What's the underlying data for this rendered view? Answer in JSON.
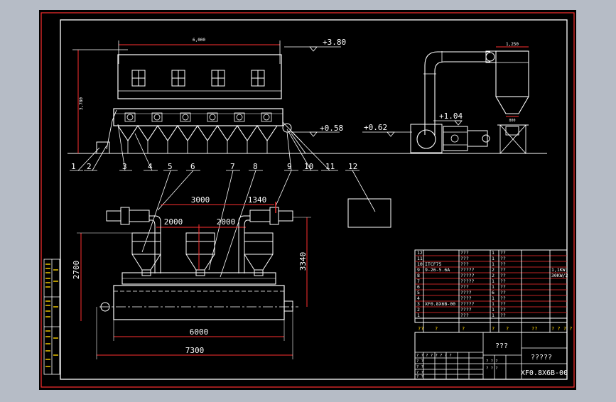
{
  "drawing": {
    "title_cn": "???",
    "title_cn2": "?????",
    "drawing_no": "XF0.8X6B-00"
  },
  "side_view": {
    "dim_length": "6,000",
    "dim_height": "3,780",
    "dim_hood": "1,250",
    "dim_small": "800",
    "elev_top": "+3.80",
    "elev_bed": "+0.58",
    "elev_fan": "+0.62",
    "elev_heater": "+1.04"
  },
  "callouts": [
    "1",
    "2",
    "3",
    "4",
    "5",
    "6",
    "7",
    "8",
    "9",
    "10",
    "11",
    "12"
  ],
  "plan_view": {
    "dim_3000": "3000",
    "dim_1340": "1340",
    "dim_2000a": "2000",
    "dim_2000b": "2000",
    "dim_2700": "2700",
    "dim_3340": "3340",
    "dim_6000": "6000",
    "dim_7300": "7300"
  },
  "bom": {
    "rows": [
      {
        "no": "12",
        "code": "",
        "name": "???",
        "qty": "1",
        "mat": "??",
        "note": ""
      },
      {
        "no": "11",
        "code": "",
        "name": "???",
        "qty": "1",
        "mat": "??",
        "note": ""
      },
      {
        "no": "10",
        "code": "ITCF75",
        "name": "???",
        "qty": "1",
        "mat": "??",
        "note": ""
      },
      {
        "no": "9",
        "code": "9-26-5.6A",
        "name": "?????",
        "qty": "2",
        "mat": "??",
        "note": "1,1KW"
      },
      {
        "no": "8",
        "code": "",
        "name": "?????",
        "qty": "2",
        "mat": "??",
        "note": "30KW/2"
      },
      {
        "no": "7",
        "code": "",
        "name": "?????",
        "qty": "1",
        "mat": "??",
        "note": ""
      },
      {
        "no": "6",
        "code": "",
        "name": "???",
        "qty": "1",
        "mat": "??",
        "note": ""
      },
      {
        "no": "5",
        "code": "",
        "name": "????",
        "qty": "6",
        "mat": "??",
        "note": ""
      },
      {
        "no": "4",
        "code": "",
        "name": "????",
        "qty": "1",
        "mat": "??",
        "note": ""
      },
      {
        "no": "3",
        "code": "XF0.8X6B-00",
        "name": "?????",
        "qty": "1",
        "mat": "??",
        "note": ""
      },
      {
        "no": "2",
        "code": "",
        "name": "????",
        "qty": "1",
        "mat": "??",
        "note": ""
      },
      {
        "no": "1",
        "code": "",
        "name": "???",
        "qty": "1",
        "mat": "??",
        "note": ""
      }
    ],
    "header": [
      "??",
      "?",
      "?",
      "?",
      "?",
      "??",
      "? ? ? ?"
    ]
  }
}
